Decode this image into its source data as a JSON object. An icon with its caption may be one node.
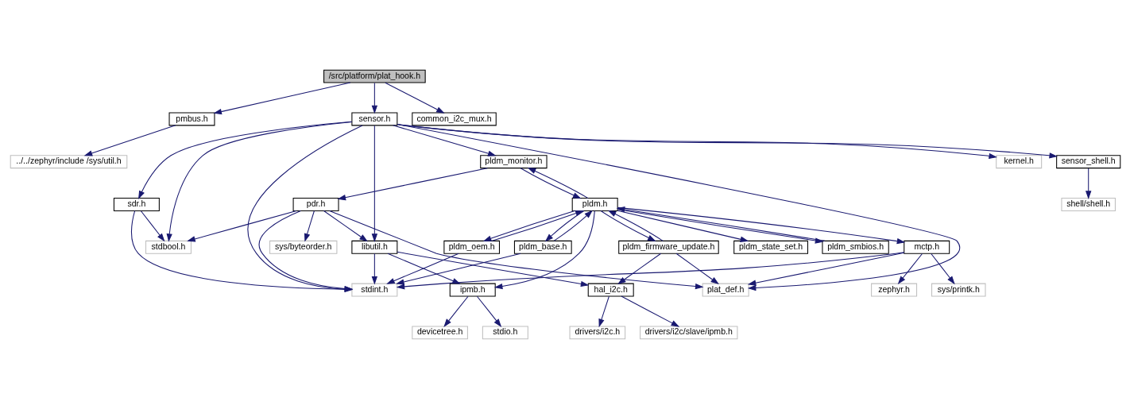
{
  "diagram": {
    "nodes": [
      {
        "text": [
          "/src/platform/plat_hook.h"
        ]
      },
      {
        "text": [
          "pmbus.h"
        ]
      },
      {
        "text": [
          "sensor.h"
        ]
      },
      {
        "text": [
          "common_i2c_mux.h"
        ]
      },
      {
        "text": [
          "../../zephyr/include /sys/util.h"
        ]
      },
      {
        "text": [
          "pldm_monitor.h"
        ]
      },
      {
        "text": [
          "kernel.h"
        ]
      },
      {
        "text": [
          "sensor_shell.h"
        ]
      },
      {
        "text": [
          "pldm.h"
        ]
      },
      {
        "text": [
          "pdr.h"
        ]
      },
      {
        "text": [
          "shell/shell.h"
        ]
      },
      {
        "text": [
          "sdr.h"
        ]
      },
      {
        "text": [
          "mctp.h"
        ]
      },
      {
        "text": [
          "pldm_state_set.h"
        ]
      },
      {
        "text": [
          "pldm_smbios.h"
        ]
      },
      {
        "text": [
          "pldm_firmware_update.h"
        ]
      },
      {
        "text": [
          "pldm_base.h"
        ]
      },
      {
        "text": [
          "pldm_oem.h"
        ]
      },
      {
        "text": [
          "libutil.h"
        ]
      },
      {
        "text": [
          "sys/byteorder.h"
        ]
      },
      {
        "text": [
          "stdbool.h"
        ]
      },
      {
        "text": [
          "sys/printk.h"
        ]
      },
      {
        "text": [
          "zephyr.h"
        ]
      },
      {
        "text": [
          "plat_def.h"
        ]
      },
      {
        "text": [
          "hal_i2c.h"
        ]
      },
      {
        "text": [
          "ipmb.h"
        ]
      },
      {
        "text": [
          "stdint.h"
        ]
      },
      {
        "text": [
          "drivers/i2c.h"
        ]
      },
      {
        "text": [
          "drivers/i2c/slave/ipmb.h"
        ]
      },
      {
        "text": [
          "devicetree.h"
        ]
      },
      {
        "text": [
          "stdio.h"
        ]
      }
    ],
    "edges": [
      {
        "from": 0,
        "to": 1,
        "arrow": "to"
      },
      {
        "from": 0,
        "to": 2,
        "arrow": "to"
      },
      {
        "from": 0,
        "to": 3,
        "arrow": "to"
      },
      {
        "from": 1,
        "to": 4,
        "arrow": "to"
      },
      {
        "from": 2,
        "to": 23,
        "arrow": "to"
      },
      {
        "from": 2,
        "to": 5,
        "arrow": "to"
      },
      {
        "from": 2,
        "to": 18,
        "arrow": "to"
      },
      {
        "from": 2,
        "to": 6,
        "arrow": "to"
      },
      {
        "from": 2,
        "to": 7,
        "arrow": "to"
      },
      {
        "from": 2,
        "to": 20,
        "arrow": "to"
      },
      {
        "from": 2,
        "to": 11,
        "arrow": "to"
      },
      {
        "from": 2,
        "to": 26,
        "arrow": "to"
      },
      {
        "from": 5,
        "to": 8,
        "arrow": "to"
      },
      {
        "from": 5,
        "to": 9,
        "arrow": "to"
      },
      {
        "from": 8,
        "to": 5,
        "arrow": "to"
      },
      {
        "from": 8,
        "to": 12,
        "arrow": "to"
      },
      {
        "from": 8,
        "to": 13,
        "arrow": "to"
      },
      {
        "from": 8,
        "to": 14,
        "arrow": "to"
      },
      {
        "from": 8,
        "to": 15,
        "arrow": "to"
      },
      {
        "from": 8,
        "to": 16,
        "arrow": "to"
      },
      {
        "from": 8,
        "to": 17,
        "arrow": "to"
      },
      {
        "from": 8,
        "to": 25,
        "arrow": "to"
      },
      {
        "from": 14,
        "to": 8,
        "arrow": "to"
      },
      {
        "from": 15,
        "to": 8,
        "arrow": "to"
      },
      {
        "from": 16,
        "to": 8,
        "arrow": "to"
      },
      {
        "from": 17,
        "to": 8,
        "arrow": "to"
      },
      {
        "from": 7,
        "to": 10,
        "arrow": "to"
      },
      {
        "from": 9,
        "to": 23,
        "arrow": "to"
      },
      {
        "from": 9,
        "to": 18,
        "arrow": "to"
      },
      {
        "from": 9,
        "to": 19,
        "arrow": "to"
      },
      {
        "from": 9,
        "to": 20,
        "arrow": "to"
      },
      {
        "from": 9,
        "to": 26,
        "arrow": "to"
      },
      {
        "from": 11,
        "to": 20,
        "arrow": "to"
      },
      {
        "from": 11,
        "to": 26,
        "arrow": "to"
      },
      {
        "from": 12,
        "to": 21,
        "arrow": "to"
      },
      {
        "from": 12,
        "to": 22,
        "arrow": "to"
      },
      {
        "from": 12,
        "to": 23,
        "arrow": "to"
      },
      {
        "from": 12,
        "to": 26,
        "arrow": "to"
      },
      {
        "from": 15,
        "to": 23,
        "arrow": "to"
      },
      {
        "from": 15,
        "to": 24,
        "arrow": "to"
      },
      {
        "from": 16,
        "to": 26,
        "arrow": "to"
      },
      {
        "from": 17,
        "to": 26,
        "arrow": "to"
      },
      {
        "from": 18,
        "to": 24,
        "arrow": "to"
      },
      {
        "from": 18,
        "to": 26,
        "arrow": "to"
      },
      {
        "from": 18,
        "to": 25,
        "arrow": "to"
      },
      {
        "from": 24,
        "to": 27,
        "arrow": "to"
      },
      {
        "from": 24,
        "to": 28,
        "arrow": "to"
      },
      {
        "from": 25,
        "to": 29,
        "arrow": "to"
      },
      {
        "from": 25,
        "to": 30,
        "arrow": "to"
      }
    ]
  }
}
